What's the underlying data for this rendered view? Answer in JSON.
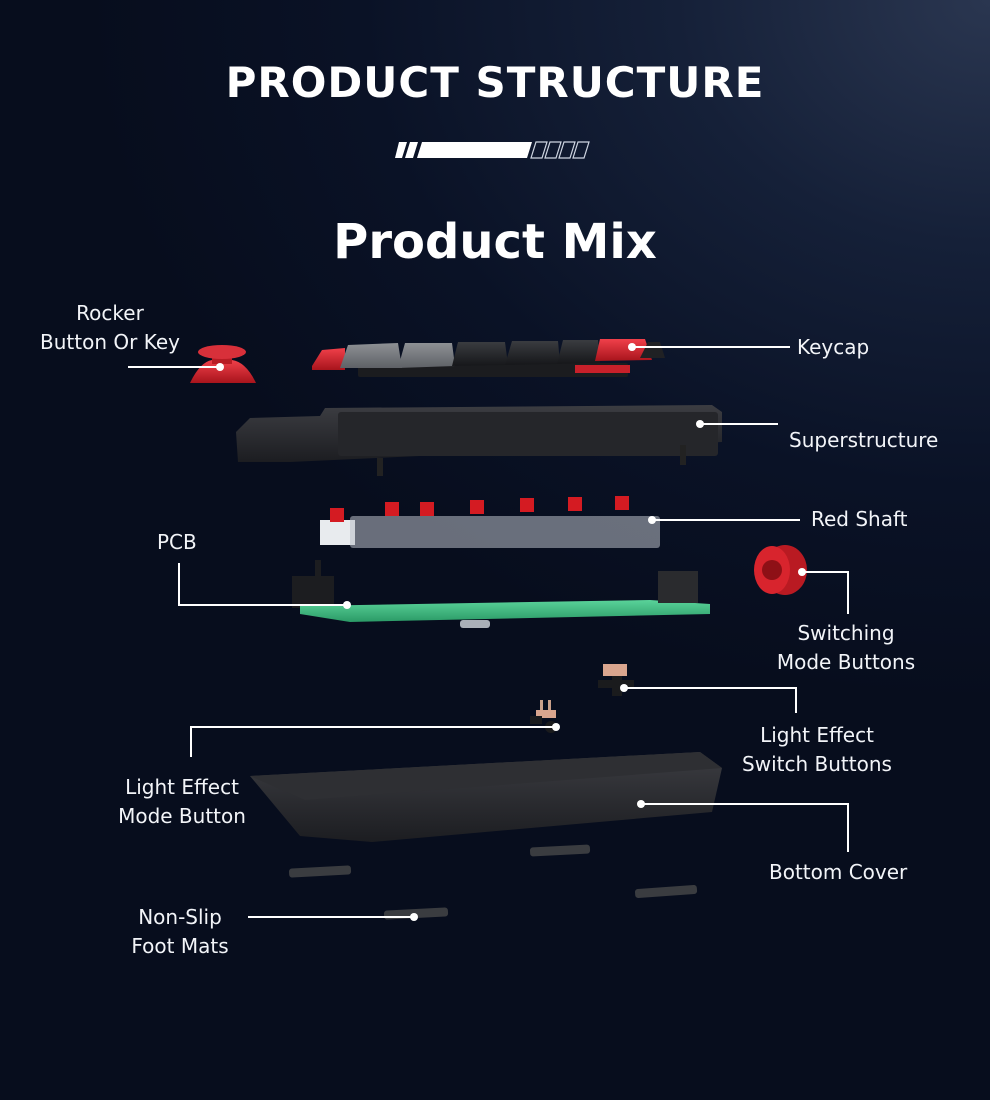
{
  "header": {
    "title": "PRODUCT STRUCTURE",
    "subtitle": "Product Mix",
    "divider_icon": "progress-stripe-divider"
  },
  "colors": {
    "background": "#0b1428",
    "text": "#ffffff",
    "accent_red": "#d0202a",
    "pcb_green": "#3fbf82",
    "case_dark": "#2a2b2f"
  },
  "components": [
    {
      "id": "rocker",
      "lines": [
        "Rocker",
        "Button Or Key"
      ]
    },
    {
      "id": "keycap",
      "lines": [
        "Keycap"
      ]
    },
    {
      "id": "superstructure",
      "lines": [
        "Superstructure"
      ]
    },
    {
      "id": "red-shaft",
      "lines": [
        "Red Shaft"
      ]
    },
    {
      "id": "pcb",
      "lines": [
        "PCB"
      ]
    },
    {
      "id": "switching-mode",
      "lines": [
        "Switching",
        "Mode Buttons"
      ]
    },
    {
      "id": "light-switch",
      "lines": [
        "Light Effect",
        "Switch Buttons"
      ]
    },
    {
      "id": "light-mode",
      "lines": [
        "Light Effect",
        "Mode Button"
      ]
    },
    {
      "id": "bottom-cover",
      "lines": [
        "Bottom Cover"
      ]
    },
    {
      "id": "foot-mats",
      "lines": [
        "Non-Slip",
        "Foot Mats"
      ]
    }
  ]
}
